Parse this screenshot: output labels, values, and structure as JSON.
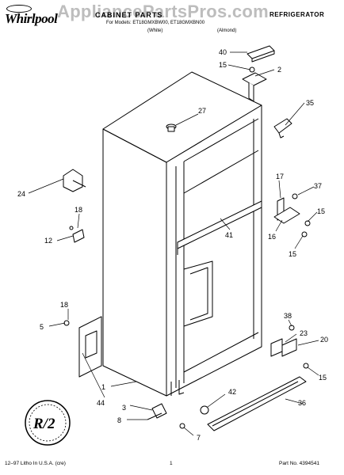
{
  "header": {
    "brand": "Whirlpool",
    "title": "CABINET PARTS",
    "product": "REFRIGERATOR",
    "models": "For Models: ET18GMXBW00, ET18GMXBN00",
    "variant_1": "(White)",
    "variant_2": "(Almond)"
  },
  "watermark": "AppliancePartsPros.com",
  "callouts": [
    "40",
    "15",
    "2",
    "27",
    "35",
    "24",
    "17",
    "37",
    "18",
    "15",
    "12",
    "41",
    "16",
    "15",
    "18",
    "5",
    "38",
    "23",
    "20",
    "15",
    "1",
    "44",
    "42",
    "36",
    "3",
    "8",
    "7"
  ],
  "seal": {
    "text": "R/2"
  },
  "footer": {
    "left": "12–97 Litho In U.S.A. (cre)",
    "center": "1",
    "right": "Part No. 4394541"
  },
  "colors": {
    "ink": "#000000",
    "watermark": "#bdbdbd",
    "background": "#ffffff"
  }
}
